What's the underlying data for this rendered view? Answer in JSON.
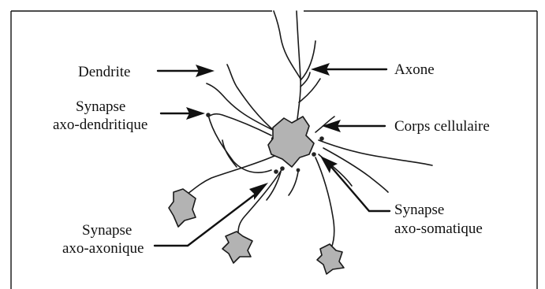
{
  "labels": {
    "dendrite": "Dendrite",
    "axone": "Axone",
    "synapse_axo_dendritique_line1": "Synapse",
    "synapse_axo_dendritique_line2": "axo-dendritique",
    "corps_cellulaire": "Corps cellulaire",
    "synapse_axo_axonique_line1": "Synapse",
    "synapse_axo_axonique_line2": "axo-axonique",
    "synapse_axo_somatique_line1": "Synapse",
    "synapse_axo_somatique_line2": "axo-somatique"
  },
  "colors": {
    "cell_fill": "#b3b3b3",
    "stroke": "#1a1a1a",
    "frame": "#111111"
  }
}
